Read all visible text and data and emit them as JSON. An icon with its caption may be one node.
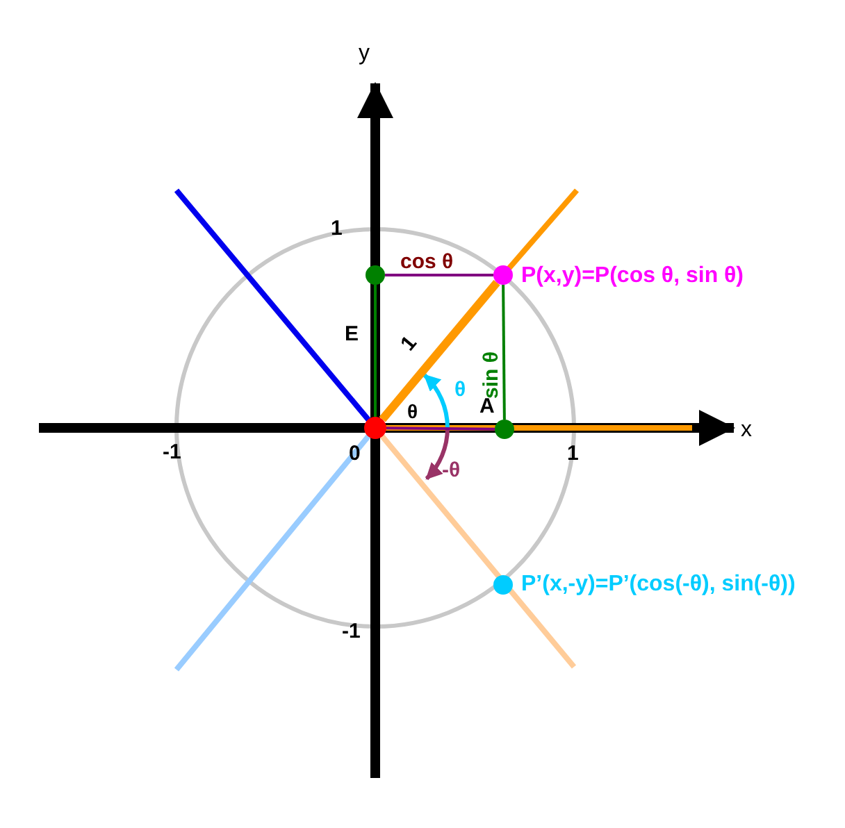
{
  "diagram": {
    "nodes": [
      {
        "text": [
          "P(x,y)=P(cos θ, sin θ)"
        ]
      },
      {
        "text": [
          "P’(x,-y)=P’(cos(-θ), sin(-θ))"
        ]
      },
      {
        "text": [
          "E"
        ]
      },
      {
        "text": [
          "A"
        ]
      },
      {
        "text": [
          "0"
        ]
      }
    ],
    "edges": [
      {
        "from": 4,
        "to": 0,
        "arrow": "none",
        "label": "1",
        "style": "thick",
        "color": "#ff9900"
      },
      {
        "from": 2,
        "to": 0,
        "arrow": "none",
        "label": "cos θ",
        "color": "#800080"
      },
      {
        "from": 3,
        "to": 0,
        "arrow": "none",
        "label": "sin θ",
        "color": "#008000"
      },
      {
        "from": 4,
        "to": 2,
        "arrow": "none",
        "color": "#008000"
      },
      {
        "from": 4,
        "to": 3,
        "arrow": "none",
        "color": "#800080"
      }
    ],
    "labels": [
      "y",
      "1",
      "θ",
      "θ",
      "x",
      "-1",
      "1",
      "-θ",
      "-1"
    ]
  }
}
